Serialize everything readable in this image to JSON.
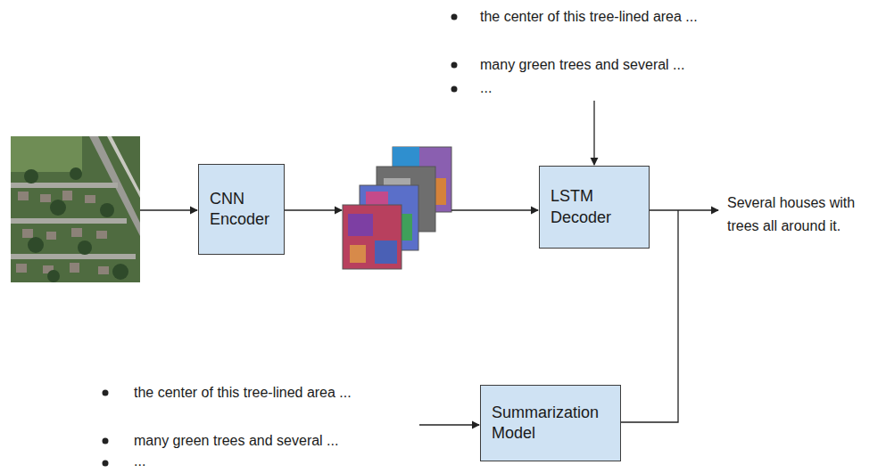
{
  "diagram": {
    "nodes": [
      {
        "text": [
          "CNN Encoder"
        ]
      },
      {
        "text": [
          "LSTM Decoder"
        ]
      },
      {
        "text": [
          "Summarization Model"
        ]
      }
    ],
    "labels": [
      "the center of this tree-lined area ...",
      "many green trees and several ...",
      "...",
      "Several houses with trees all around it.",
      "the center of this tree-lined area ...",
      "many green trees and several ...",
      "..."
    ]
  }
}
